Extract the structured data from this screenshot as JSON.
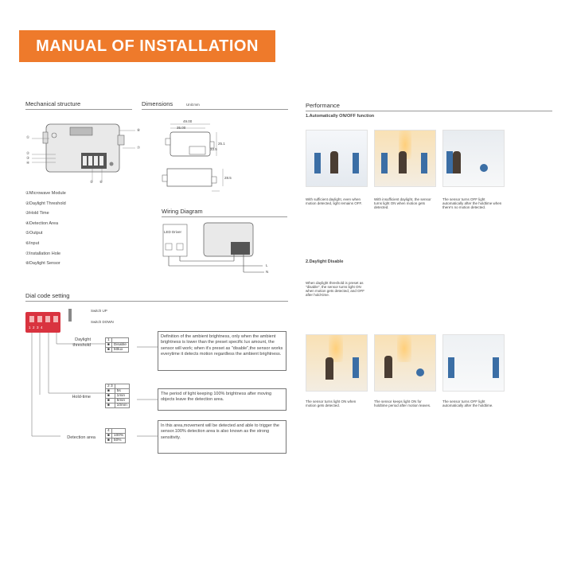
{
  "banner": {
    "title": "MANUAL OF INSTALLATION"
  },
  "mechanical": {
    "title": "Mechanical structure",
    "legend": [
      "①Microwave Module",
      "②Daylight Threshold",
      "③Hold Time",
      "④Detection Area",
      "⑤Output",
      "⑥Input",
      "⑦Installation Hole",
      "⑧Daylight Sensor"
    ],
    "callouts": [
      "①",
      "②",
      "③",
      "④",
      "⑤",
      "⑥",
      "⑦",
      "⑧"
    ]
  },
  "dimensions": {
    "title": "Dimensions",
    "unit": "Unit:mm",
    "labels": [
      "49.00",
      "35.00",
      "25.1",
      "28.5",
      "33.5"
    ]
  },
  "wiring": {
    "title": "Wiring Diagram",
    "load_label": "LED Driver",
    "terminals": [
      "L",
      "N"
    ]
  },
  "dial": {
    "title": "Dial code setting",
    "switch_up": "Switch UP",
    "switch_down": "Switch DOWN",
    "switch_numbers": "1  2  3  4",
    "rows": [
      {
        "label": "Daylight threshold",
        "header": "1",
        "options": [
          "Disable",
          "50lux"
        ],
        "description": "Definition of the ambient brightness, only when the ambient brightness is lower than the preset specific lux amount, the sensor will work; when it's preset as \"disable\",the sensor works everytime it detects motion regardless the ambient brightness."
      },
      {
        "label": "Hold-time",
        "header": "2 3",
        "options": [
          "5s",
          "1min",
          "5min",
          "10min"
        ],
        "description": "The period of light keeping 100% brightness after moving objects leave the detection area."
      },
      {
        "label": "Detection area",
        "header": "4",
        "options": [
          "100%",
          "50%"
        ],
        "description": "In this area,movement will be detected and able to trigger the sensor.100% detection area is also known as the strong sensitivity."
      }
    ]
  },
  "performance": {
    "title": "Performance",
    "section1": {
      "heading": "1.Automatically ON/OFF function",
      "captions": [
        "With sufficient daylight, even when motion detected, light remains OFF.",
        "With insufficient daylight, the sensor turns light ON when motion gets detected.",
        "The sensor turns OFF light automatically after the holdtime when there's no motion detected."
      ]
    },
    "section2": {
      "heading": "2.Daylight Disable",
      "intro": "When daylight threshold is preset as \"disable\", the sensor turns light ON when motion gets detected, and OFF after hold-time.",
      "captions": [
        "The sensor turns light ON when motion gets detected.",
        "The sensor keeps light ON for holdtime period after motion leaves.",
        "The sensor turns OFF light automatically after the holdtime."
      ]
    }
  },
  "colors": {
    "accent": "#ee7a2b",
    "switch_red": "#d9333f"
  }
}
